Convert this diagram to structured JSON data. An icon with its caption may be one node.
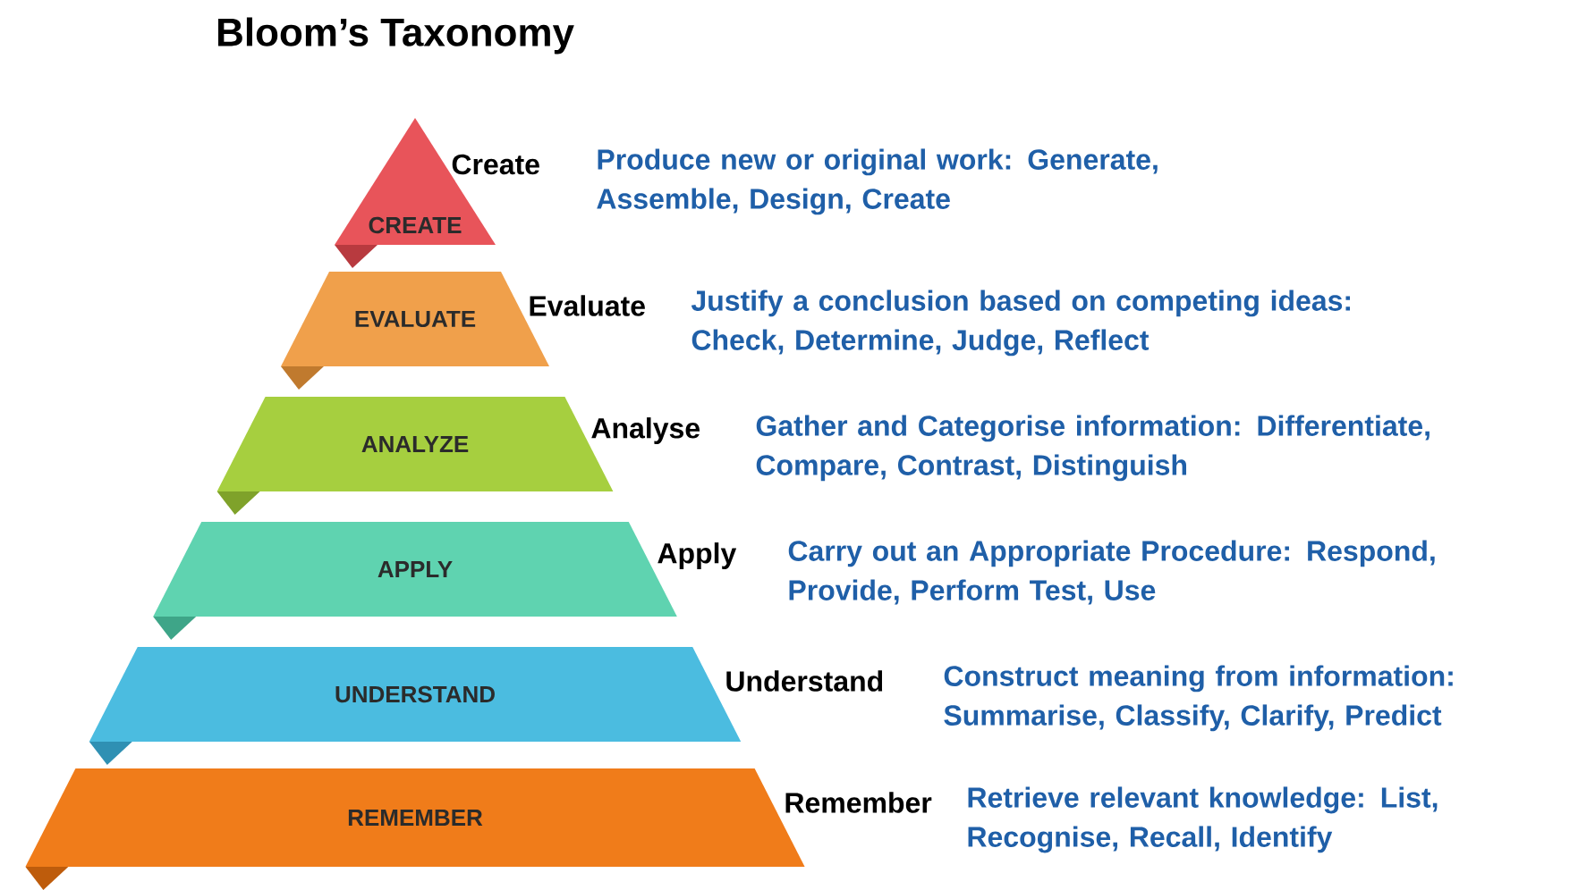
{
  "diagram": {
    "title": "Bloom’s Taxonomy",
    "nodes": [
      {
        "text": [
          "CREATE"
        ],
        "beside": [
          "Create",
          "Produce new or original work: Generate, Assemble, Design, Create"
        ]
      },
      {
        "text": [
          "EVALUATE"
        ],
        "beside": [
          "Evaluate",
          "Justify a conclusion based on competing ideas: Check, Determine, Judge, Reflect"
        ]
      },
      {
        "text": [
          "ANALYZE"
        ],
        "beside": [
          "Analyse",
          "Gather and Categorise information: Differentiate, Compare, Contrast, Distinguish"
        ]
      },
      {
        "text": [
          "APPLY"
        ],
        "beside": [
          "Apply",
          "Carry out an Appropriate Procedure: Respond, Provide, Perform Test, Use"
        ]
      },
      {
        "text": [
          "UNDERSTAND"
        ],
        "beside": [
          "Understand",
          "Construct meaning from information: Summarise, Classify, Clarify, Predict"
        ]
      },
      {
        "text": [
          "REMEMBER"
        ],
        "beside": [
          "Remember",
          "Retrieve relevant knowledge: List, Recognise, Recall, Identify"
        ]
      }
    ]
  }
}
